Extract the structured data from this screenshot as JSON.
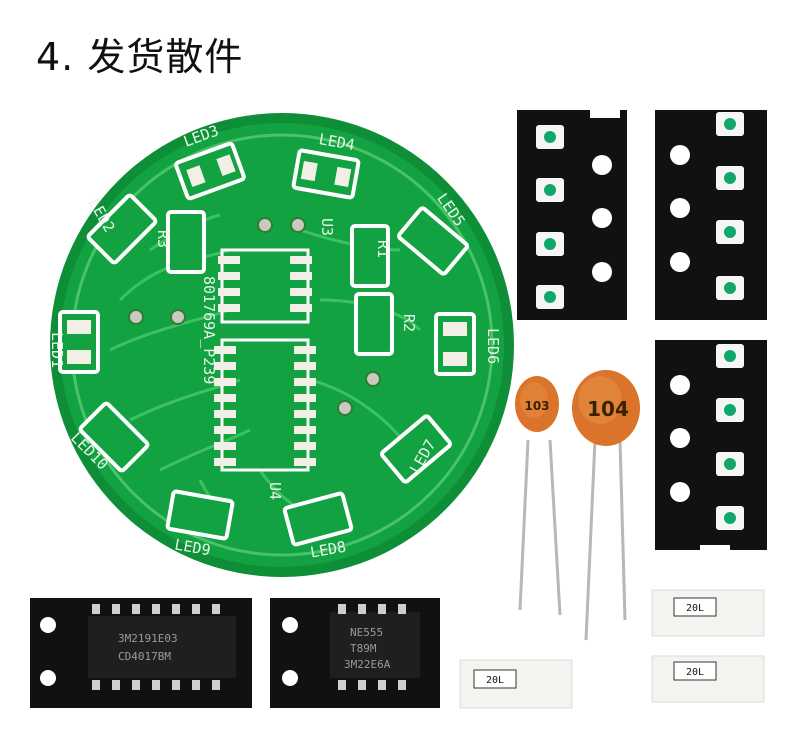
{
  "title": "4. 发货散件",
  "pcb": {
    "silk_id": "801769A_P239",
    "leds": [
      "LED1",
      "LED2",
      "LED3",
      "LED4",
      "LED5",
      "LED6",
      "LED7",
      "LED8",
      "LED9",
      "LED10"
    ],
    "resistors": [
      "R1",
      "R2",
      "R3"
    ],
    "ics": [
      "U3",
      "U4"
    ]
  },
  "chips": {
    "left_top": "3M2191E03",
    "left_bottom": "CD4017BM",
    "right_top": "NE555",
    "right_mid": "T89M",
    "right_bottom": "3M22E6A"
  },
  "capacitors": {
    "small": "103",
    "large": "104"
  },
  "smd_resistors": [
    "20L",
    "20L",
    "20L"
  ],
  "colors": {
    "pcb": "#0f9a3b",
    "tape": "#111111",
    "cap": "#d9742a"
  }
}
